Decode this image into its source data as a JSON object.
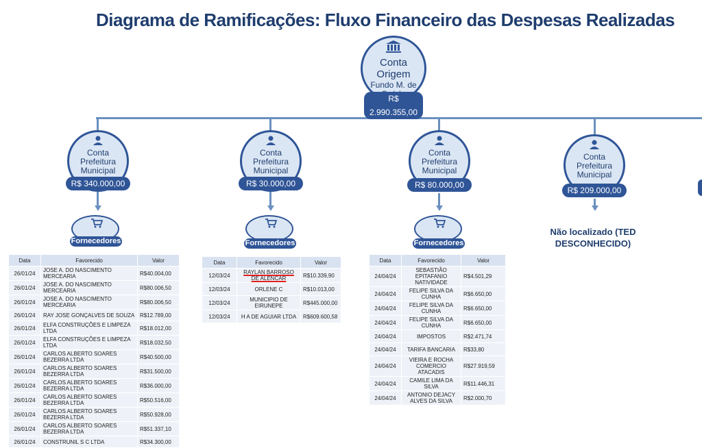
{
  "title": "Diagrama de Ramificações: Fluxo Financeiro das Despesas Realizadas",
  "origin": {
    "title": "Conta Origem",
    "subtitle": "Fundo M. de Saúde",
    "amount": "R$ 2.990.355,00"
  },
  "branches": [
    {
      "title": "Conta Prefeitura Municipal",
      "amount": "R$ 340.000,00",
      "supplier_label": "Fornecedores"
    },
    {
      "title": "Conta Prefeitura Municipal",
      "amount": "R$ 30.000,00",
      "supplier_label": "Fornecedores"
    },
    {
      "title": "Conta Prefeitura Municipal",
      "amount": "R$ 80.000,00",
      "supplier_label": "Fornecedores"
    },
    {
      "title": "Conta Prefeitura Municipal",
      "amount": "R$ 209.000,00",
      "note": "Não localizado (TED DESCONHECIDO)"
    }
  ],
  "table_headers": [
    "Data",
    "Favorecido",
    "Valor"
  ],
  "tables": [
    [
      [
        "26/01/24",
        "JOSE A. DO NASCIMENTO MERCEARIA",
        "R$40.004,00"
      ],
      [
        "26/01/24",
        "JOSE A. DO NASCIMENTO MERCEARIA",
        "R$80.006,50"
      ],
      [
        "26/01/24",
        "JOSE A. DO NASCIMENTO MERCEARIA",
        "R$80.006,50"
      ],
      [
        "26/01/24",
        "RAY JOSE GONÇALVES DE SOUZA",
        "R$12.789,00"
      ],
      [
        "26/01/24",
        "ELFA CONSTRUÇÕES E LIMPEZA LTDA",
        "R$18.012,00"
      ],
      [
        "26/01/24",
        "ELFA CONSTRUÇÕES E LIMPEZA LTDA",
        "R$18.032,50"
      ],
      [
        "26/01/24",
        "CARLOS ALBERTO SOARES BEZERRA LTDA",
        "R$40.500,00"
      ],
      [
        "26/01/24",
        "CARLOS ALBERTO SOARES BEZERRA LTDA",
        "R$31.500,00"
      ],
      [
        "26/01/24",
        "CARLOS ALBERTO SOARES BEZERRA LTDA",
        "R$36.000,00"
      ],
      [
        "26/01/24",
        "CARLOS ALBERTO SOARES BEZERRA LTDA",
        "R$50.516,00"
      ],
      [
        "26/01/24",
        "CARLOS ALBERTO SOARES BEZERRA LTDA",
        "R$50.928,00"
      ],
      [
        "26/01/24",
        "CARLOS ALBERTO SOARES BEZERRA LTDA",
        "R$51.337,10"
      ],
      [
        "26/01/24",
        "CONSTRUNIL S C LTDA",
        "R$34.300,00"
      ]
    ],
    [
      [
        "12/03/24",
        "RAYLAN BARROSO DE ALENCAR",
        "R$10.339,90"
      ],
      [
        "12/03/24",
        "ORLENE C",
        "R$10.013,00"
      ],
      [
        "12/03/24",
        "MUNICIPIO DE EIRUNEPE",
        "R$445.000,00"
      ],
      [
        "12/03/24",
        "H A DE AGUIAR LTDA",
        "R$609.600,58"
      ]
    ],
    [
      [
        "24/04/24",
        "SEBASTIÃO EPITAFANIO NATIVIDADE",
        "R$4.501,29"
      ],
      [
        "24/04/24",
        "FELIPE SILVA DA CUNHA",
        "R$6.650,00"
      ],
      [
        "24/04/24",
        "FELIPE SILVA DA CUNHA",
        "R$6.650,00"
      ],
      [
        "24/04/24",
        "FELIPE SILVA DA CUNHA",
        "R$6.650,00"
      ],
      [
        "24/04/24",
        "IMPOSTOS",
        "R$2.471,74"
      ],
      [
        "24/04/24",
        "TARIFA BANCARIA",
        "R$33,80"
      ],
      [
        "24/04/24",
        "VIEIRA E ROCHA COMERCIO ATACADIS",
        "R$27.919,59"
      ],
      [
        "24/04/24",
        "CAMILE LIMA DA SILVA",
        "R$11.446,31"
      ],
      [
        "24/04/24",
        "ANTONIO DEJACY ALVES DA SILVA",
        "R$2.000,70"
      ]
    ]
  ],
  "colors": {
    "dark_blue": "#2f5597",
    "light_blue": "#dbe6f4",
    "title": "#1f3d6e",
    "highlight": "#e02020"
  },
  "icons": {
    "origin": "bank-icon",
    "branch": "person-icon",
    "supplier": "shopping-cart-icon"
  }
}
